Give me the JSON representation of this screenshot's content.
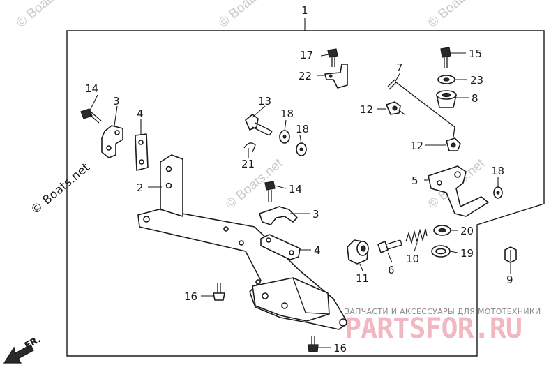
{
  "diagram": {
    "callouts": [
      {
        "id": "c1",
        "text": "1"
      },
      {
        "id": "c2",
        "text": "2"
      },
      {
        "id": "c3a",
        "text": "3"
      },
      {
        "id": "c3b",
        "text": "3"
      },
      {
        "id": "c4a",
        "text": "4"
      },
      {
        "id": "c4b",
        "text": "4"
      },
      {
        "id": "c5",
        "text": "5"
      },
      {
        "id": "c6",
        "text": "6"
      },
      {
        "id": "c7",
        "text": "7"
      },
      {
        "id": "c8",
        "text": "8"
      },
      {
        "id": "c9",
        "text": "9"
      },
      {
        "id": "c10",
        "text": "10"
      },
      {
        "id": "c11",
        "text": "11"
      },
      {
        "id": "c12a",
        "text": "12"
      },
      {
        "id": "c12b",
        "text": "12"
      },
      {
        "id": "c13",
        "text": "13"
      },
      {
        "id": "c14a",
        "text": "14"
      },
      {
        "id": "c14b",
        "text": "14"
      },
      {
        "id": "c15",
        "text": "15"
      },
      {
        "id": "c16a",
        "text": "16"
      },
      {
        "id": "c16b",
        "text": "16"
      },
      {
        "id": "c17",
        "text": "17"
      },
      {
        "id": "c18a",
        "text": "18"
      },
      {
        "id": "c18b",
        "text": "18"
      },
      {
        "id": "c18c",
        "text": "18"
      },
      {
        "id": "c19",
        "text": "19"
      },
      {
        "id": "c20",
        "text": "20"
      },
      {
        "id": "c21",
        "text": "21"
      },
      {
        "id": "c22",
        "text": "22"
      },
      {
        "id": "c23",
        "text": "23"
      }
    ],
    "direction_label": "FR."
  },
  "watermarks": {
    "boats_net": "© Boats.net"
  },
  "shop_banner": {
    "tagline": "ЗАПЧАСТИ И АКСЕССУАРЫ ДЛЯ МОТОТЕХНИКИ",
    "logo_text": "PARTSFOR.RU"
  }
}
